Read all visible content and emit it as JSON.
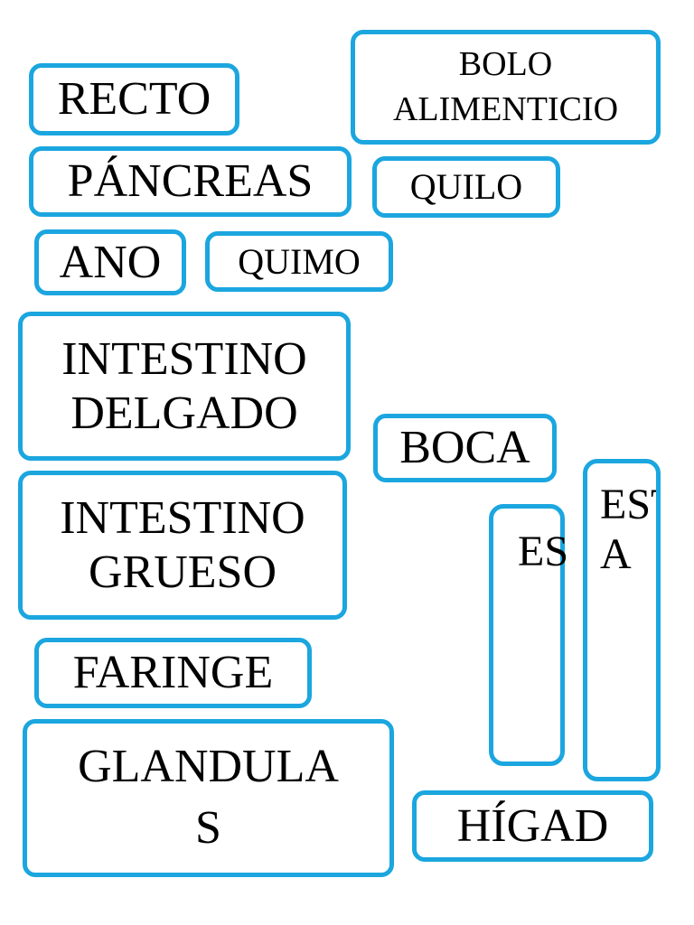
{
  "accent_color": "#1ba6df",
  "cards": {
    "recto": "RECTO",
    "bolo": "BOLO\nALIMENTICIO",
    "pancreas": "PÁNCREAS",
    "quilo": "QUILO",
    "ano": "ANO",
    "quimo": "QUIMO",
    "intestino_delgado": "INTESTINO\nDELGADO",
    "boca": "BOCA",
    "intestino_grueso": "INTESTINO\nGRUESO",
    "es": "ES",
    "est": "EST\nA",
    "faringe": "FARINGE",
    "glandulas": "GLANDULA\nS",
    "higado": "HÍGAD"
  }
}
